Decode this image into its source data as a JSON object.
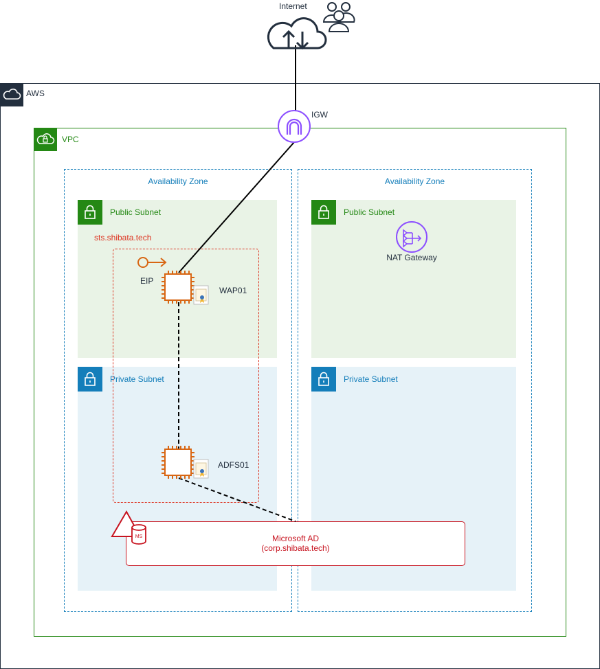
{
  "internet": {
    "label": "Internet",
    "icons": [
      "internet-cloud-icon",
      "users-icon"
    ]
  },
  "aws": {
    "label": "AWS",
    "icon": "aws-cloud-icon"
  },
  "igw": {
    "label": "IGW",
    "icon": "internet-gateway-icon"
  },
  "vpc": {
    "label": "VPC",
    "icon": "vpc-cloud-lock-icon"
  },
  "availability_zones": [
    {
      "label": "Availability Zone",
      "public_subnet": {
        "label": "Public Subnet",
        "icon": "lock-icon"
      },
      "private_subnet": {
        "label": "Private Subnet",
        "icon": "lock-icon"
      }
    },
    {
      "label": "Availability Zone",
      "public_subnet": {
        "label": "Public Subnet",
        "icon": "lock-icon"
      },
      "private_subnet": {
        "label": "Private Subnet",
        "icon": "lock-icon"
      }
    }
  ],
  "sts_group": {
    "label": "sts.shibata.tech",
    "color": "#dd3522"
  },
  "eip": {
    "label": "EIP",
    "icon": "elastic-ip-icon"
  },
  "wap": {
    "label": "WAP01",
    "icons": [
      "ec2-instance-icon",
      "certificate-icon"
    ]
  },
  "adfs": {
    "label": "ADFS01",
    "icons": [
      "ec2-instance-icon",
      "certificate-icon"
    ]
  },
  "nat": {
    "label": "NAT Gateway",
    "icon": "nat-gateway-icon"
  },
  "microsoft_ad": {
    "line1": "Microsoft AD",
    "line2": "(corp.shibata.tech)",
    "icons": [
      "warning-triangle-icon",
      "ms-database-icon"
    ],
    "color": "#c7131f"
  },
  "colors": {
    "aws_dark": "#232f3e",
    "vpc_green": "#248814",
    "az_blue": "#147eba",
    "public_bg": "#e9f3e6",
    "private_bg": "#e6f2f8",
    "ec2_orange": "#d86613",
    "gateway_purple": "#8c4fff"
  }
}
